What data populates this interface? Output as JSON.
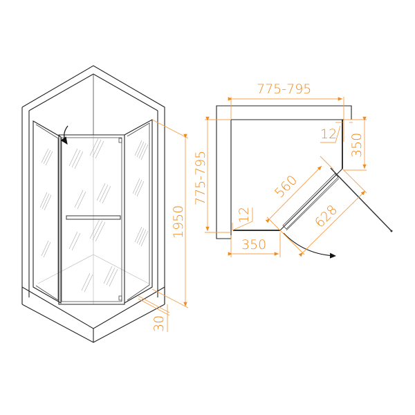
{
  "colors": {
    "dimension": "#f28a1c",
    "outline": "#222222",
    "background": "#ffffff"
  },
  "iso_view": {
    "height_label": "1950",
    "tray_height_label": "30",
    "door_swing_icon": "curved-arrow-icon"
  },
  "plan_view": {
    "top_width_label": "775-795",
    "left_depth_label": "775-795",
    "right_side_label": "350",
    "bottom_side_label": "350",
    "gap_top_label": "12",
    "gap_left_label": "12",
    "door_width_label": "560",
    "diagonal_label": "628",
    "door_swing_icon": "curved-arrow-icon"
  }
}
